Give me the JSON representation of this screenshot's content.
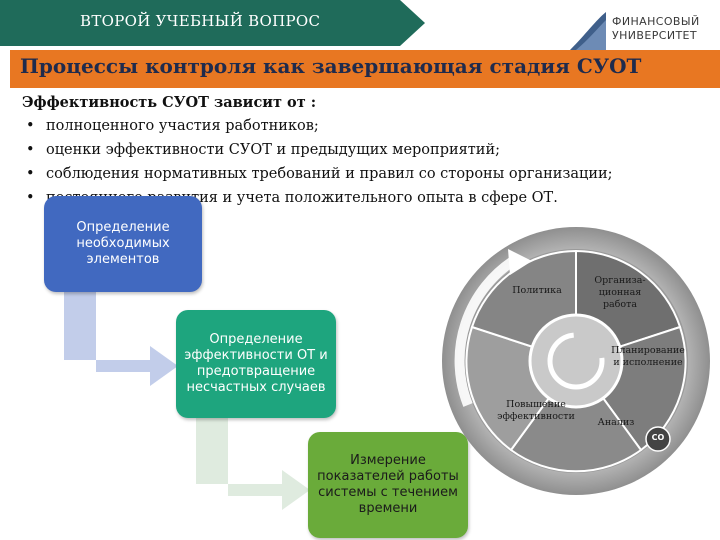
{
  "header": {
    "section_label": "ВТОРОЙ УЧЕБНЫЙ ВОПРОС",
    "logo_line1": "ФИНАНСОВЫЙ",
    "logo_line2": "УНИВЕРСИТЕТ"
  },
  "title": "Процессы контроля как завершающая стадия СУОТ",
  "intro": "Эффективность СУОТ зависит от :",
  "bullets": [
    "полноценного участия работников;",
    "оценки эффективности СУОТ и предыдущих мероприятий;",
    "соблюдения нормативных требований и правил со стороны организации;",
    "постоянного развития и учета положительного опыта в сфере ОТ."
  ],
  "steps": [
    "Определение необходимых элементов",
    "Определение эффективности ОТ и предотвращение несчастных случаев",
    "Измерение показателей работы системы с течением времени"
  ],
  "cycle": {
    "segments": [
      "Политика",
      "Организа-ционная работа",
      "Планирование и исполнение",
      "Анализ",
      "Повышение эффективности"
    ],
    "badge": "CO"
  },
  "colors": {
    "header_band": "#1f6b5a",
    "title_bar": "#e87722",
    "title_text": "#1f2b4d",
    "step1": "#4169c0",
    "step2": "#1ea57e",
    "step3": "#6aab3a"
  }
}
